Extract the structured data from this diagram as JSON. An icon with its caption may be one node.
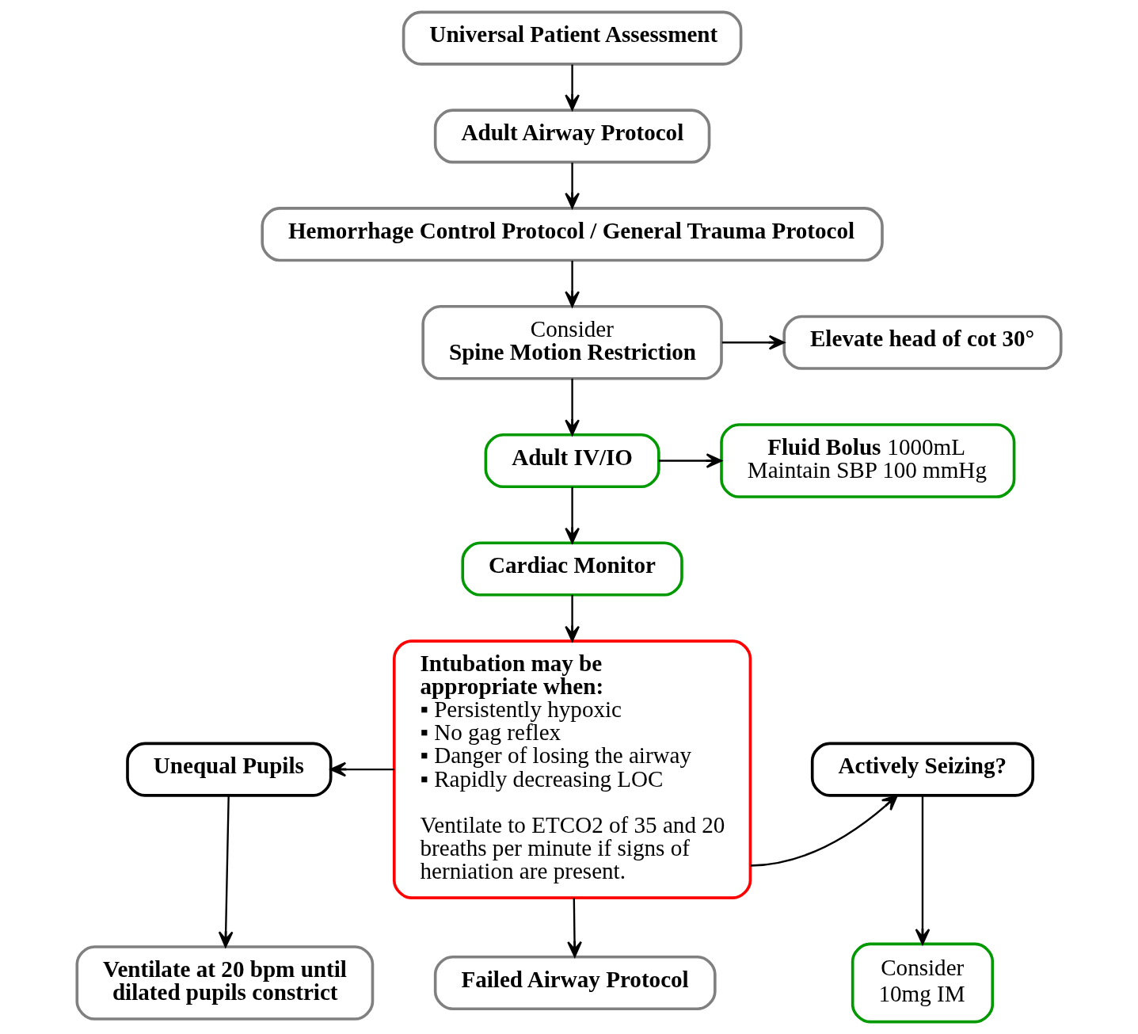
{
  "diagram": {
    "nodes": [
      {
        "text": [
          "Universal Patient Assessment"
        ]
      },
      {
        "text": [
          "Adult Airway Protocol"
        ]
      },
      {
        "text": [
          "Hemorrhage Control Protocol / General Trauma Protocol"
        ]
      },
      {
        "text": [
          "Consider",
          "**Spine Motion Restriction**"
        ]
      },
      {
        "text": [
          "Elevate head of cot 30°"
        ]
      },
      {
        "text": [
          "Adult IV/IO"
        ]
      },
      {
        "text": [
          "**Fluid Bolus** 1000mL",
          "Maintain SBP 100 mmHg"
        ]
      },
      {
        "text": [
          "Cardiac Monitor"
        ]
      },
      {
        "text": [
          "**Intubation may be appropriate when:**",
          "▪ Persistently hypoxic",
          "▪ No gag reflex",
          "▪ Danger of losing the airway",
          "▪ Rapidly decreasing LOC",
          "Ventilate to ETCO2 of 35 and 20 breaths per minute if signs of herniation are present."
        ]
      },
      {
        "text": [
          "Unequal Pupils"
        ]
      },
      {
        "text": [
          "Ventilate at 20 bpm until dilated pupils constrict"
        ]
      },
      {
        "text": [
          "Actively Seizing?"
        ]
      },
      {
        "text": [
          "Consider",
          "10mg IM"
        ]
      },
      {
        "text": [
          "Failed Airway Protocol"
        ]
      }
    ],
    "edges": [
      {
        "from": 0,
        "to": 1,
        "arrow": "to"
      },
      {
        "from": 1,
        "to": 2,
        "arrow": "to"
      },
      {
        "from": 2,
        "to": 3,
        "arrow": "to"
      },
      {
        "from": 3,
        "to": 4,
        "arrow": "to"
      },
      {
        "from": 3,
        "to": 5,
        "arrow": "to"
      },
      {
        "from": 5,
        "to": 6,
        "arrow": "to"
      },
      {
        "from": 5,
        "to": 7,
        "arrow": "to"
      },
      {
        "from": 7,
        "to": 8,
        "arrow": "to"
      },
      {
        "from": 8,
        "to": 9,
        "arrow": "to"
      },
      {
        "from": 8,
        "to": 11,
        "arrow": "to"
      },
      {
        "from": 9,
        "to": 10,
        "arrow": "to"
      },
      {
        "from": 11,
        "to": 12,
        "arrow": "to"
      },
      {
        "from": 8,
        "to": 13,
        "arrow": "to"
      }
    ]
  }
}
